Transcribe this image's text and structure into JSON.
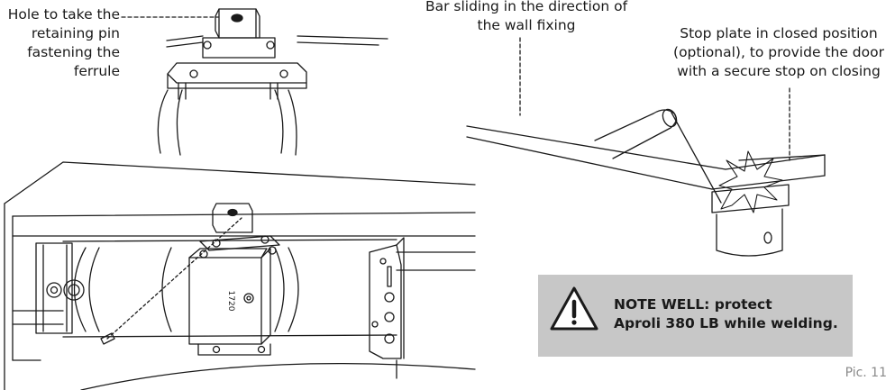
{
  "labels": {
    "hole": [
      "Hole to take the",
      "retaining pin",
      "fastening the",
      "ferrule"
    ],
    "bar": [
      "Bar sliding in the direction of",
      "the wall fixing"
    ],
    "stop": [
      "Stop plate in closed position",
      "(optional), to provide the door",
      "with a secure stop on closing"
    ]
  },
  "note": {
    "icon": "warning-triangle-icon",
    "lines": [
      "NOTE WELL: protect",
      "Aproli 380 LB while welding."
    ],
    "background": "#c7c7c7"
  },
  "device_markings": {
    "body_number": "1720"
  },
  "caption": "Pic. 11"
}
